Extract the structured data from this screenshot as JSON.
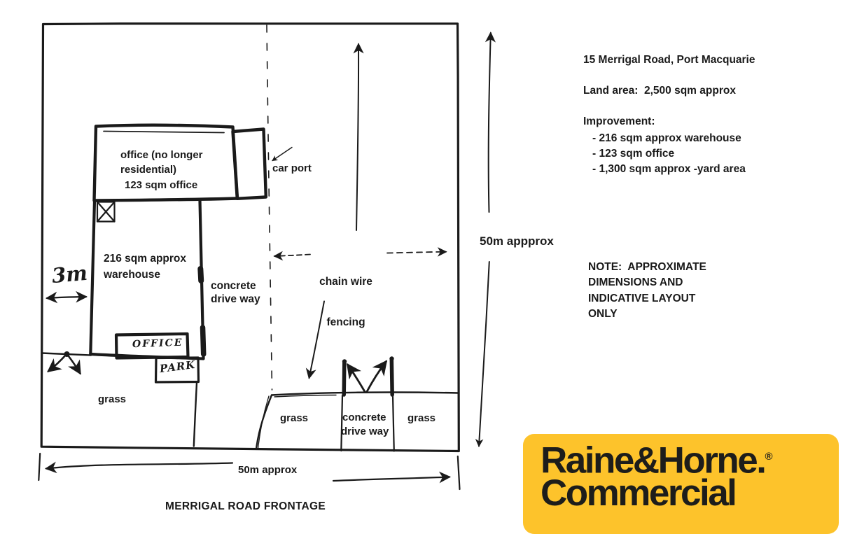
{
  "sketch": {
    "labels": {
      "office_line1": "office (no longer",
      "office_line2": "residential)",
      "office_line3": "123 sqm office",
      "car_port": "car port",
      "warehouse_line1": "216 sqm approx",
      "warehouse_line2": "warehouse",
      "driveway_upper_line1": "concrete",
      "driveway_upper_line2": "drive way",
      "chain_wire_line1": "chain wire",
      "chain_wire_line2": "fencing",
      "dim_3m": "3m",
      "office_small": "OFFICE",
      "park": "PARK",
      "grass_left": "grass",
      "grass_bottom_left": "grass",
      "driveway_bottom_line1": "concrete",
      "driveway_bottom_line2": "drive way",
      "grass_bottom_right": "grass",
      "dim_width": "50m approx",
      "dim_height": "50m appprox",
      "road_frontage": "MERRIGAL ROAD FRONTAGE"
    }
  },
  "details": {
    "address": "15 Merrigal Road, Port Macquarie",
    "land_area": "Land area:  2,500 sqm approx",
    "improvement_heading": "Improvement:",
    "improvements": [
      "- 216 sqm approx warehouse",
      "- 123 sqm office",
      "- 1,300 sqm approx -yard area"
    ],
    "note_line1": "NOTE:  APPROXIMATE",
    "note_line2": "DIMENSIONS AND",
    "note_line3": "INDICATIVE LAYOUT",
    "note_line4": "ONLY"
  },
  "logo": {
    "brand": "Raine&Horne.",
    "registered": "®",
    "division": "Commercial",
    "bg_color": "#FDC32B",
    "text_color": "#1D1D1B"
  },
  "colors": {
    "ink": "#1a1a1a",
    "paper": "#ffffff"
  }
}
